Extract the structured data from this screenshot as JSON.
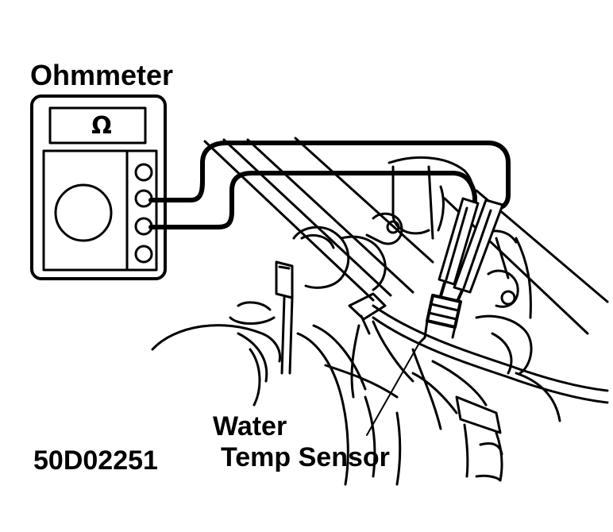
{
  "labels": {
    "instrument": "Ohmmeter",
    "display_symbol": "Ω",
    "sensor_line1": "Water",
    "sensor_line2": "Temp Sensor",
    "figure_code": "50D02251"
  },
  "colors": {
    "ink": "#000000",
    "paper": "#ffffff"
  },
  "icons": [
    "ohmmeter-icon",
    "test-probe-icon",
    "sensor-icon"
  ]
}
